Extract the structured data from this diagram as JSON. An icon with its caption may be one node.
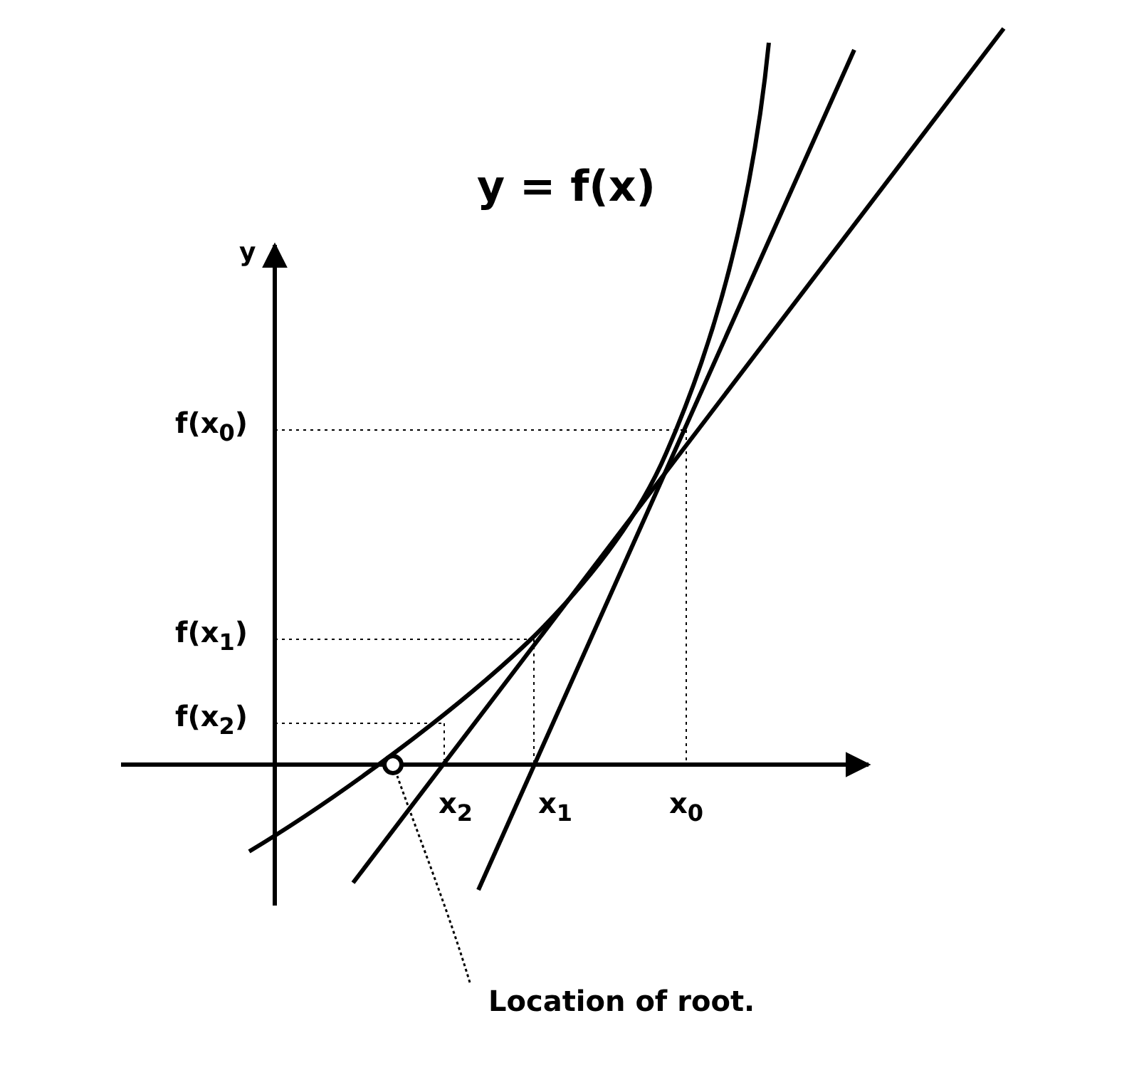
{
  "diagram": {
    "title": "y = f(x)",
    "nodes": [
      {
        "text": [
          "Location of root."
        ]
      },
      {
        "text": [],
        "shape": "circle"
      }
    ],
    "edges": [
      {
        "from": 0,
        "to": 1,
        "arrow": "none",
        "style": "dashed"
      }
    ],
    "labels": [
      "y",
      "f(x$_{0}$)",
      "f(x$_{1}$)",
      "f(x$_{2}$)",
      "x$_{2}$",
      "x$_{1}$",
      "x$_{0}$"
    ]
  }
}
